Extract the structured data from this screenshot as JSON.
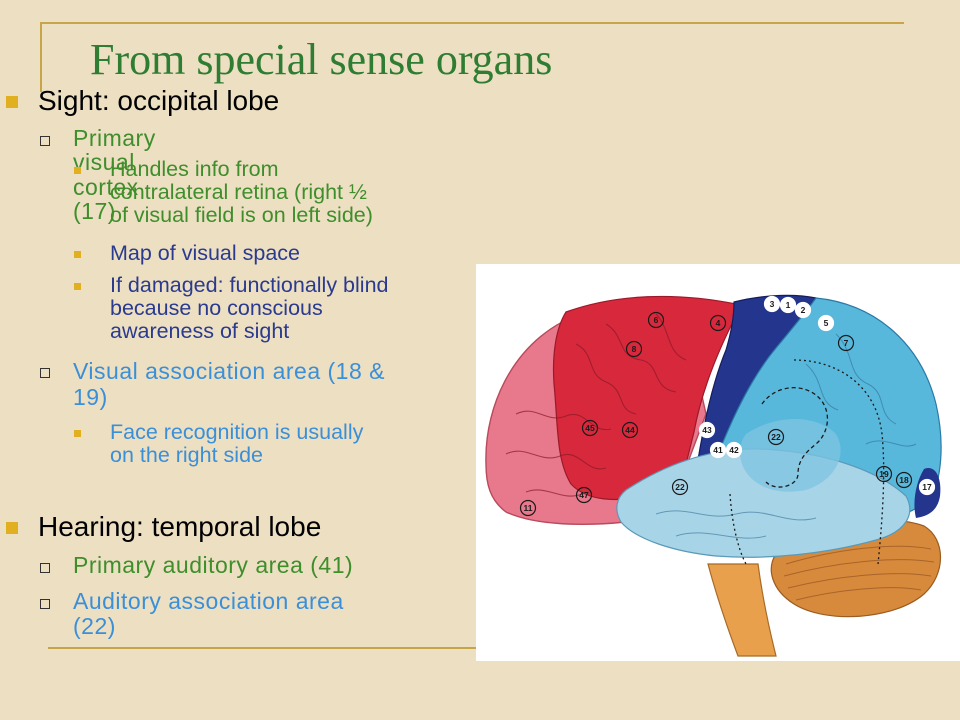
{
  "slide": {
    "title": "From special sense organs",
    "items": [
      {
        "level": 1,
        "text": "Sight: occipital lobe",
        "color": "#000000"
      },
      {
        "level": 2,
        "text": "Primary visual cortex (17)",
        "color": "#3e8e2c"
      },
      {
        "level": 3,
        "text": "Handles info from contralateral retina (right ½ of visual field is on left side)",
        "lines": [
          "Handles info from",
          "contralateral retina (right ½",
          "of visual field is on left side)"
        ],
        "color": "#3e8e2c"
      },
      {
        "level": 3,
        "text": "Map of visual space",
        "color": "#2a3b8f"
      },
      {
        "level": 3,
        "text": "If damaged: functionally blind because no conscious awareness of sight",
        "lines": [
          "If damaged: functionally blind",
          "because no conscious",
          "awareness of sight"
        ],
        "color": "#2a3b8f"
      },
      {
        "level": 2,
        "text": "Visual association area (18 & 19)",
        "lines": [
          "Visual association area (18 &",
          "19)"
        ],
        "color": "#3a8fd9"
      },
      {
        "level": 3,
        "text": "Face recognition is usually on the right side",
        "lines": [
          "Face recognition is usually",
          "on the right side"
        ],
        "color": "#3a8fd9"
      },
      {
        "level": 1,
        "text": "Hearing: temporal lobe",
        "color": "#000000"
      },
      {
        "level": 2,
        "text": "Primary auditory area (41)",
        "color": "#3e8e2c"
      },
      {
        "level": 2,
        "text": "Auditory association area (22)",
        "lines": [
          "Auditory association area",
          "(22)"
        ],
        "color": "#3a8fd9"
      }
    ]
  },
  "brain_figure": {
    "area_labels": [
      "3",
      "1",
      "2",
      "4",
      "5",
      "6",
      "7",
      "8",
      "43",
      "22",
      "41",
      "42",
      "45",
      "44",
      "22",
      "19",
      "18",
      "17",
      "47",
      "11"
    ],
    "colors": {
      "frontal_red": "#d8283c",
      "prefrontal_pink": "#e8788c",
      "motor_navy": "#24358e",
      "parietal_blue": "#58b8dc",
      "temporal_light": "#a8d4e8",
      "cerebellum": "#d88a3c",
      "brainstem": "#e8a04c"
    }
  }
}
